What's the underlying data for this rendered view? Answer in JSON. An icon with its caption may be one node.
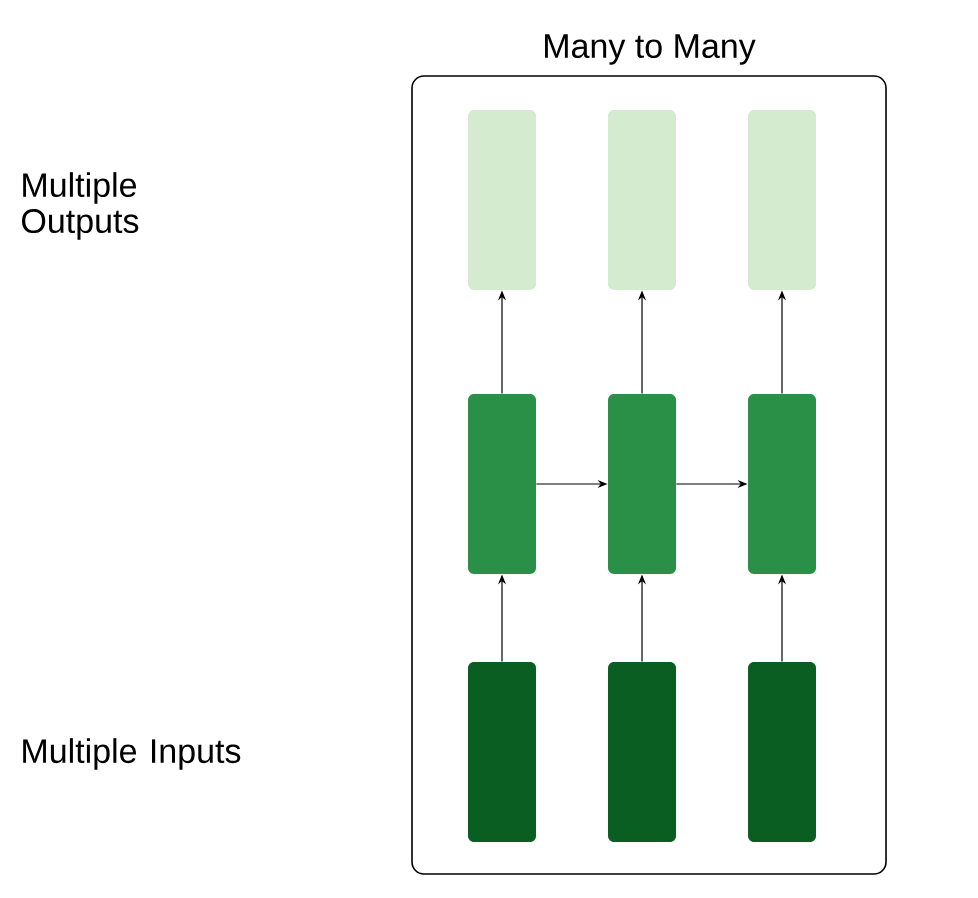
{
  "diagram": {
    "nodes": [
      {
        "text": [
          "Many to Many"
        ]
      },
      {
        "text": [],
        "shape": "box",
        "in": 0
      },
      {
        "text": [],
        "shape": "box",
        "in": 0
      },
      {
        "text": [],
        "shape": "box",
        "in": 0
      },
      {
        "text": [],
        "shape": "box",
        "in": 0
      },
      {
        "text": [],
        "shape": "box",
        "in": 0
      },
      {
        "text": [],
        "shape": "box",
        "in": 0
      },
      {
        "text": [],
        "shape": "box",
        "in": 0
      },
      {
        "text": [],
        "shape": "box",
        "in": 0
      },
      {
        "text": [],
        "shape": "box",
        "in": 0
      }
    ],
    "edges": [
      {
        "from": 7,
        "to": 4,
        "arrow": "to"
      },
      {
        "from": 8,
        "to": 5,
        "arrow": "to"
      },
      {
        "from": 9,
        "to": 6,
        "arrow": "to"
      },
      {
        "from": 4,
        "to": 1,
        "arrow": "to"
      },
      {
        "from": 5,
        "to": 2,
        "arrow": "to"
      },
      {
        "from": 6,
        "to": 3,
        "arrow": "to"
      },
      {
        "from": 4,
        "to": 5,
        "arrow": "to"
      },
      {
        "from": 5,
        "to": 6,
        "arrow": "to"
      }
    ],
    "labels": [
      "Multiple Outputs",
      "Multiple Inputs"
    ]
  }
}
